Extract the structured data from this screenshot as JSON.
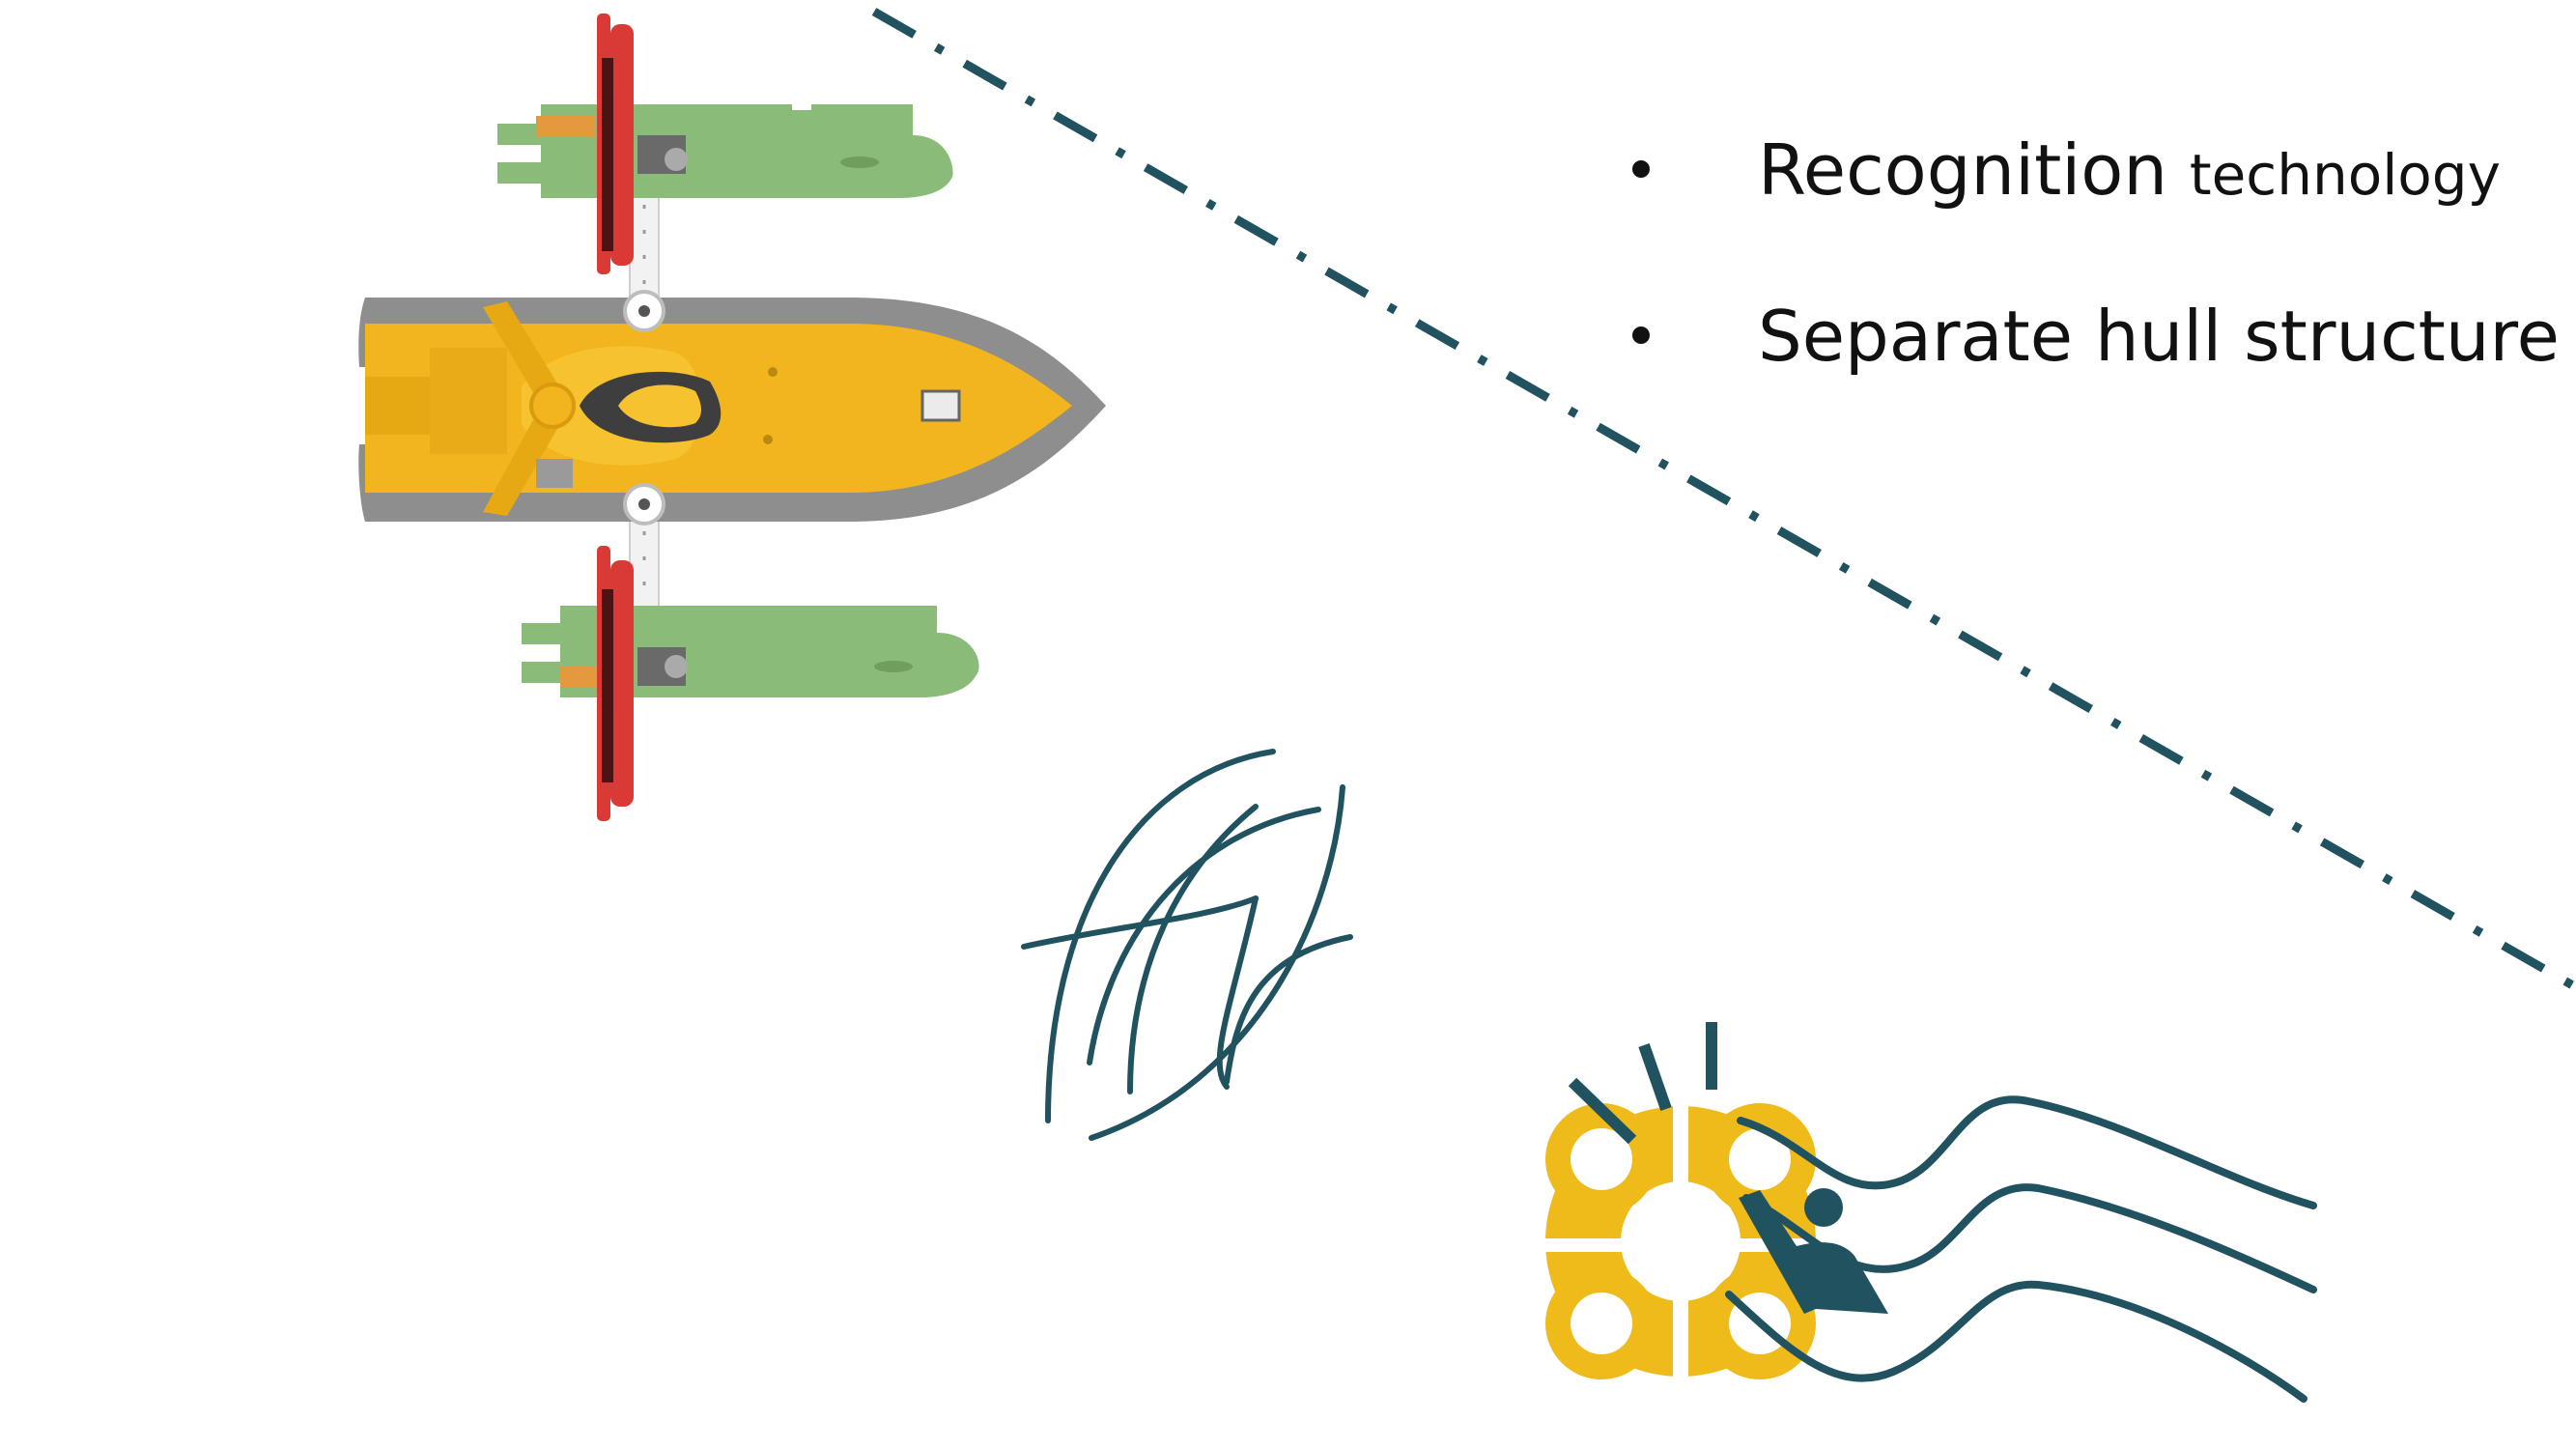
{
  "bullets": {
    "item1": {
      "main": "Recognition",
      "rest": "technology"
    },
    "item2": {
      "main": "Separate hull structure"
    }
  },
  "colors": {
    "background": "#ffffff",
    "accent_teal": "#20525f",
    "lifebuoy_yellow": "#efbb1a",
    "boat_yellow": "#f3b51d",
    "boat_gray": "#8e8e8e",
    "pontoon_green": "#8bbb78",
    "rotor_red": "#d93a36",
    "text": "#111111"
  },
  "icons": [
    "unmanned-boat-icon",
    "net-icon",
    "lifebuoy-rescue-icon",
    "dash-dot-divider"
  ]
}
